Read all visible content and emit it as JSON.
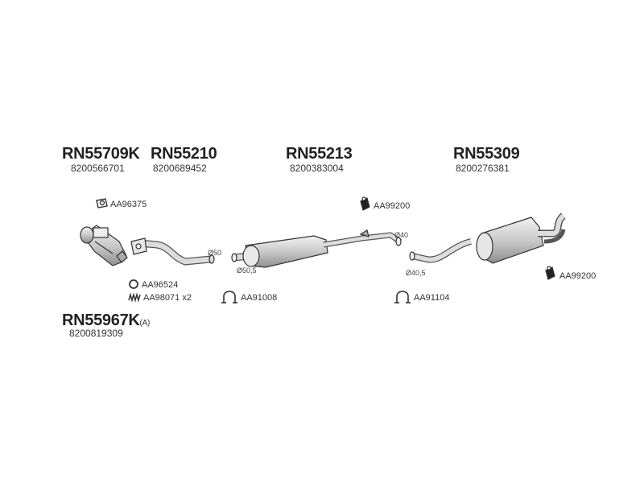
{
  "parts": {
    "catalyst": {
      "code": "RN55709K",
      "oem": "8200566701"
    },
    "front_pipe": {
      "code": "RN55210",
      "oem": "8200689452"
    },
    "middle_silencer": {
      "code": "RN55213",
      "oem": "8200383004"
    },
    "rear_silencer": {
      "code": "RN55309",
      "oem": "8200276381"
    },
    "kit": {
      "code": "RN55967K",
      "suffix": "(A)",
      "oem": "8200819309"
    }
  },
  "accessories": {
    "gasket_top": "AA96375",
    "ring_gasket": "AA96524",
    "spring": "AA98071 x2",
    "clamp_1": "AA91008",
    "clamp_2": "AA91104",
    "hanger_1": "AA99200",
    "hanger_2": "AA99200"
  },
  "diameters": {
    "d1": "Ø50",
    "d2": "Ø50,5",
    "d3": "Ø40",
    "d4": "Ø40,5"
  },
  "colors": {
    "part_fill": "#d9d9d9",
    "part_stroke": "#333333",
    "text": "#222222"
  }
}
